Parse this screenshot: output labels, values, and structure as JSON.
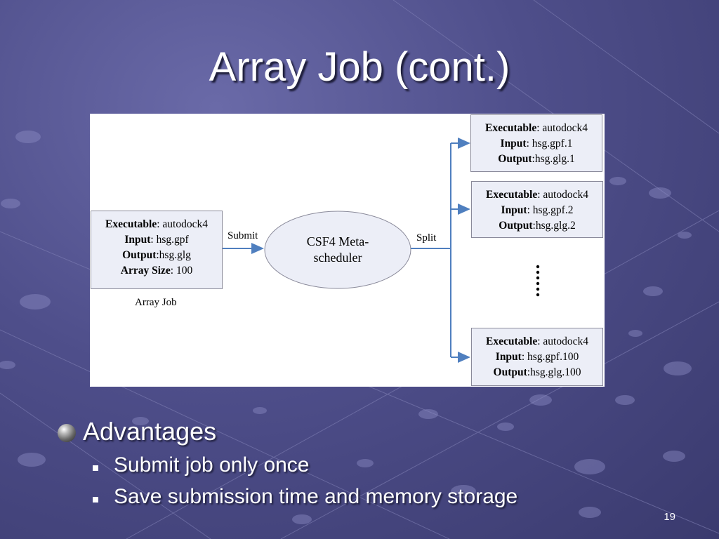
{
  "slide": {
    "title": "Array Job (cont.)",
    "page_number": "19"
  },
  "diagram": {
    "array_job_box": {
      "executable_key": "Executable",
      "executable_val": ": autodock4",
      "input_key": "Input",
      "input_val": ": hsg.gpf",
      "output_key": "Output",
      "output_val": ":hsg.glg",
      "size_key": "Array Size",
      "size_val": ": 100"
    },
    "array_job_caption": "Array Job",
    "submit_label": "Submit",
    "scheduler_line1": "CSF4 Meta-",
    "scheduler_line2": "scheduler",
    "split_label": "Split",
    "jobs": [
      {
        "executable_key": "Executable",
        "executable_val": ": autodock4",
        "input_key": "Input",
        "input_val": ": hsg.gpf.1",
        "output_key": "Output",
        "output_val": ":hsg.glg.1"
      },
      {
        "executable_key": "Executable",
        "executable_val": ": autodock4",
        "input_key": "Input",
        "input_val": ": hsg.gpf.2",
        "output_key": "Output",
        "output_val": ":hsg.glg.2"
      },
      {
        "executable_key": "Executable",
        "executable_val": ": autodock4",
        "input_key": "Input",
        "input_val": ": hsg.gpf.100",
        "output_key": "Output",
        "output_val": ":hsg.glg.100"
      }
    ]
  },
  "bullets": {
    "heading": "Advantages",
    "items": [
      "Submit job only once",
      "Save submission time and memory storage"
    ]
  },
  "colors": {
    "arrow": "#4f7fbf",
    "box_fill": "#eceef7"
  }
}
